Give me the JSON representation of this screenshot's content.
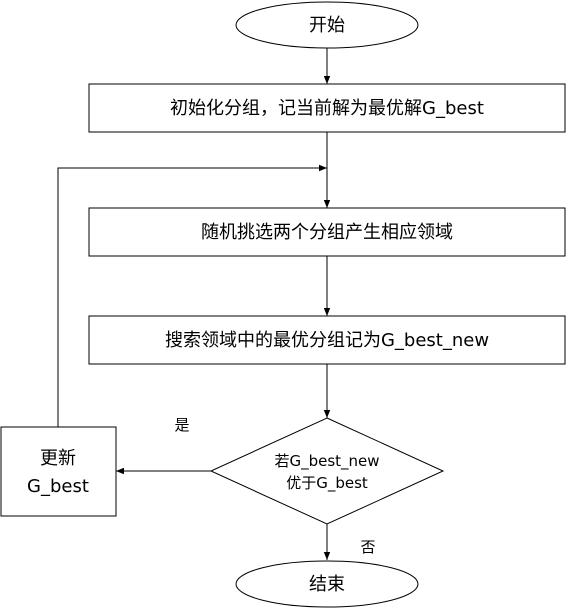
{
  "nodes": {
    "start": "开始",
    "init": "初始化分组，记当前解为最优解G_best",
    "select": "随机挑选两个分组产生相应领域",
    "search": "搜索领域中的最优分组记为G_best_new",
    "decision_line1": "若G_best_new",
    "decision_line2": "优于G_best",
    "update_line1": "更新",
    "update_line2": "G_best",
    "end": "结束"
  },
  "edges": {
    "yes": "是",
    "no": "否"
  }
}
